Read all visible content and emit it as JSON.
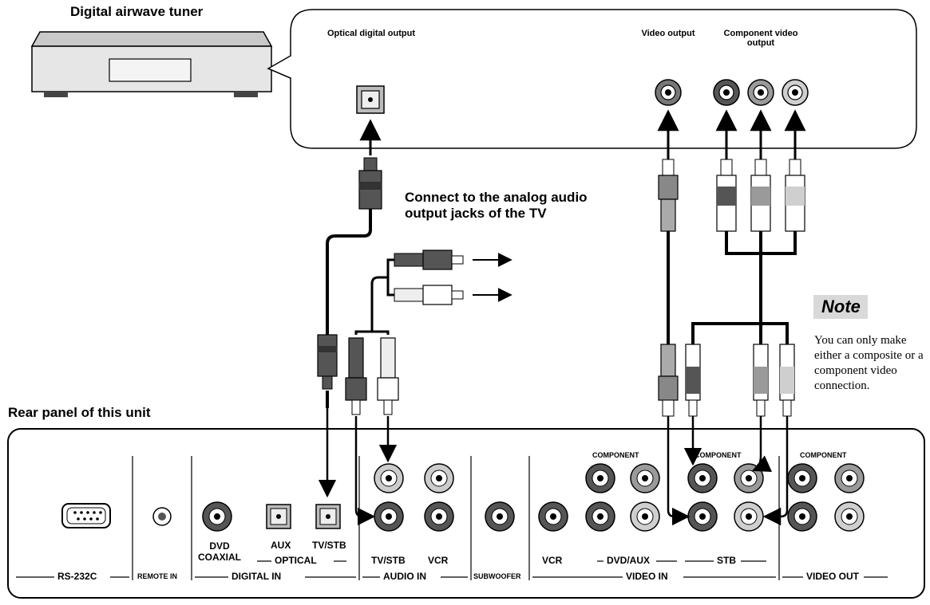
{
  "tuner": {
    "title": "Digital airwave tuner"
  },
  "callout": {
    "optical_output": "Optical digital output",
    "video_output": "Video output",
    "component_output": "Component video output"
  },
  "instruction": "Connect to the analog audio output jacks of the TV",
  "rear_panel": {
    "title": "Rear panel of this unit",
    "component_labels": [
      "COMPONENT",
      "COMPONENT",
      "COMPONENT"
    ],
    "dvd_coaxial": "DVD COAXIAL",
    "aux": "AUX",
    "tv_stb_optical": "TV/STB",
    "optical": "OPTICAL",
    "tv_stb_audio": "TV/STB",
    "vcr_audio": "VCR",
    "vcr_video": "VCR",
    "dvd_aux": "DVD/AUX",
    "stb": "STB",
    "sections": [
      "RS-232C",
      "REMOTE IN",
      "DIGITAL IN",
      "AUDIO IN",
      "SUBWOOFER",
      "VIDEO IN",
      "VIDEO OUT"
    ]
  },
  "note": {
    "heading": "Note",
    "text": "You can only make either a composite or a component video connection."
  },
  "colors": {
    "panel_fill": "#ffffff",
    "note_bg": "#d9d9d9",
    "device_fill": "#e6e6e6",
    "plug_dark": "#555555",
    "plug_mid": "#9a9a9a",
    "plug_light": "#cfcfcf"
  }
}
